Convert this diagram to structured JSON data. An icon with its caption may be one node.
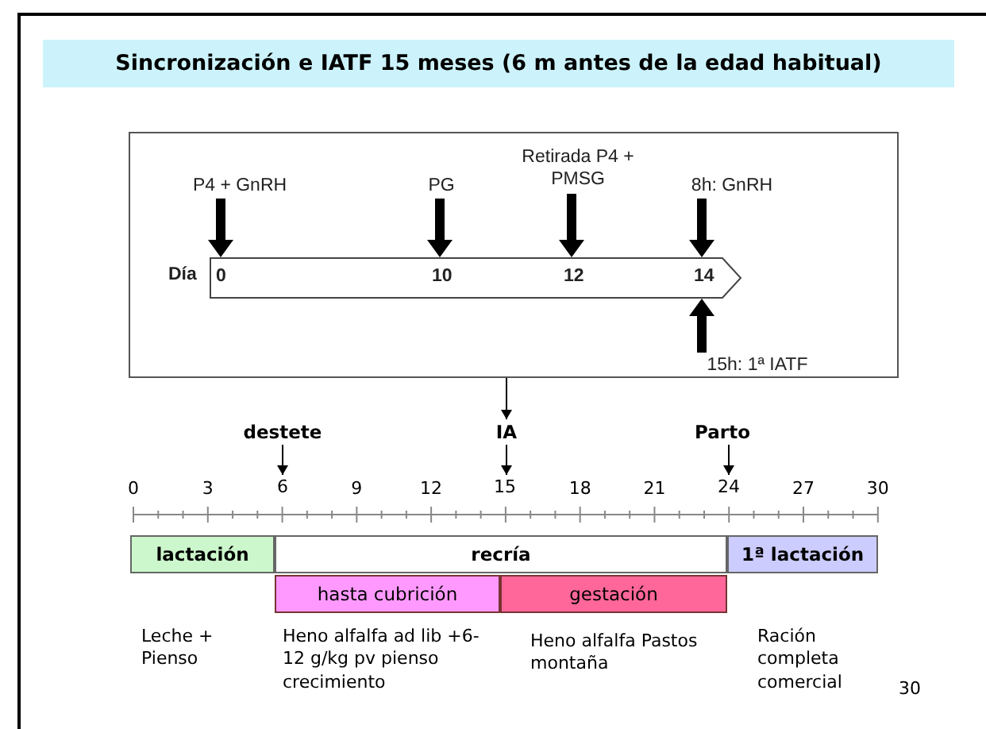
{
  "diagram": {
    "title": "Sincronización e IATF 15 meses (6 m antes de la edad habitual)",
    "nodes": [
      {
        "text": [],
        "shape": "box"
      },
      {
        "text": [
          "P4 + GnRH"
        ],
        "in": 0
      },
      {
        "text": [
          "PG"
        ],
        "in": 0
      },
      {
        "text": [
          "Retirada P4 + PMSG"
        ],
        "in": 0
      },
      {
        "text": [
          "8h: GnRH"
        ],
        "in": 0
      },
      {
        "text": [
          "0",
          "10",
          "12",
          "14"
        ],
        "in": 0,
        "beside": [
          "Día"
        ]
      },
      {
        "text": [
          "15h: 1ª IATF"
        ],
        "in": 0
      },
      {
        "text": [
          "destete"
        ]
      },
      {
        "text": [
          "IA"
        ]
      },
      {
        "text": [
          "Parto"
        ]
      },
      {
        "text": [
          "lactación"
        ]
      },
      {
        "text": [
          "recría"
        ]
      },
      {
        "text": [
          "1ª lactación"
        ]
      },
      {
        "text": [
          "hasta cubrición"
        ]
      },
      {
        "text": [
          "gestación"
        ]
      },
      {
        "text": [
          "6"
        ]
      },
      {
        "text": [
          "15"
        ]
      },
      {
        "text": [
          "24"
        ]
      }
    ],
    "edges": [
      {
        "from": 1,
        "to": 5,
        "arrow": "to"
      },
      {
        "from": 2,
        "to": 5,
        "arrow": "to"
      },
      {
        "from": 3,
        "to": 5,
        "arrow": "to"
      },
      {
        "from": 4,
        "to": 5,
        "arrow": "to"
      },
      {
        "from": 6,
        "to": 5,
        "arrow": "to"
      },
      {
        "from": 0,
        "to": 8,
        "arrow": "to"
      },
      {
        "from": 7,
        "to": 15,
        "arrow": "to"
      },
      {
        "from": 8,
        "to": 16,
        "arrow": "to"
      },
      {
        "from": 9,
        "to": 17,
        "arrow": "to"
      }
    ],
    "labels": [
      "0",
      "3",
      "9",
      "12",
      "18",
      "21",
      "27",
      "30",
      "Leche + Pienso",
      "Heno alfalfa ad lib +6-12 g/kg pv pienso crecimiento",
      "Heno alfalfa Pastos montaña",
      "Ración completa comercial",
      "30"
    ]
  }
}
